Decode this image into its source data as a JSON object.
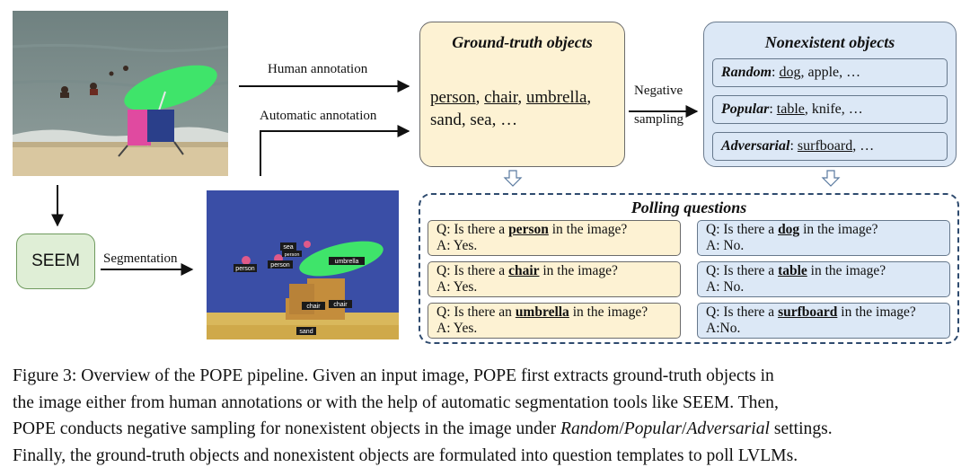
{
  "edges": {
    "human_annotation": "Human annotation",
    "automatic_annotation": "Automatic annotation",
    "segmentation": "Segmentation",
    "negative_line1": "Negative",
    "negative_line2": "sampling"
  },
  "seem_label": "SEEM",
  "ground_truth": {
    "title": "Ground-truth objects",
    "objects": [
      "person",
      "chair",
      "umbrella"
    ],
    "objects_plain": "sand, sea, …"
  },
  "nonexistent": {
    "title": "Nonexistent objects",
    "settings": [
      {
        "name": "Random",
        "first": "dog",
        "rest": ", apple, …"
      },
      {
        "name": "Popular",
        "first": "table",
        "rest": ", knife, …"
      },
      {
        "name": "Adversarial",
        "first": "surfboard",
        "rest": ", …"
      }
    ]
  },
  "polling": {
    "title": "Polling questions",
    "left": [
      {
        "q_pre": "Q: Is there a ",
        "object": "person",
        "q_post": " in the image?",
        "answer": "A: Yes."
      },
      {
        "q_pre": "Q: Is there a ",
        "object": "chair",
        "q_post": " in the image?",
        "answer": "A: Yes."
      },
      {
        "q_pre": "Q: Is there an ",
        "object": "umbrella",
        "q_post": " in the image?",
        "answer": "A: Yes."
      }
    ],
    "right": [
      {
        "q_pre": "Q: Is there a ",
        "object": "dog",
        "q_post": " in the image?",
        "answer": "A: No."
      },
      {
        "q_pre": "Q: Is there a ",
        "object": "table",
        "q_post": " in the image?",
        "answer": "A: No."
      },
      {
        "q_pre": "Q: Is there a ",
        "object": "surfboard",
        "q_post": " in the image?",
        "answer": "A:No."
      }
    ]
  },
  "segmentation_labels": {
    "person_a": "person",
    "person_b": "person",
    "person_c": "person",
    "sea": "sea",
    "umbrella": "umbrella",
    "chair_a": "chair",
    "chair_b": "chair",
    "sand": "sand"
  },
  "caption": {
    "line1": "Figure 3: Overview of the POPE pipeline.  Given an input image, POPE first extracts ground-truth objects in",
    "line2": "the image either from human annotations or with the help of automatic segmentation tools like SEEM. Then,",
    "line3_pre": "POPE conducts negative sampling for nonexistent objects in the image under ",
    "line3_r": "Random",
    "line3_s1": "/",
    "line3_p": "Popular",
    "line3_s2": "/",
    "line3_a": "Adversarial",
    "line3_post": " settings.",
    "line4": "Finally, the ground-truth objects and nonexistent objects are formulated into question templates to poll LVLMs."
  },
  "colors": {
    "ground_truth_fill": "#fdf2d3",
    "nonexistent_fill": "#dce8f6",
    "seem_fill": "#dfeed6",
    "poll_border": "#2e4a6e"
  }
}
